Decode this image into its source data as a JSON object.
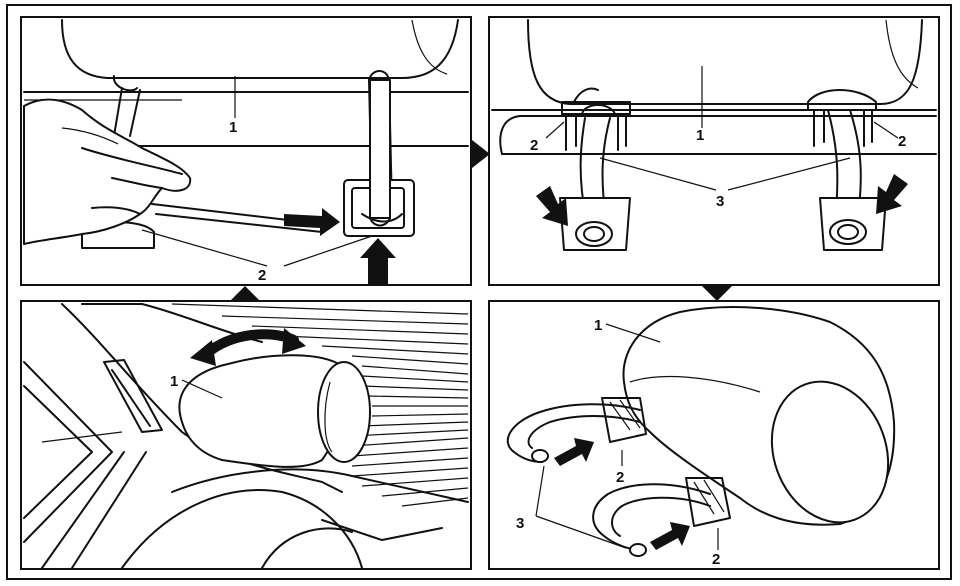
{
  "callouts": {
    "p1": {
      "c1": "1",
      "c2": "2"
    },
    "p2": {
      "c1": "1",
      "c2a": "2",
      "c2b": "2",
      "c3": "3"
    },
    "p3": {
      "c1": "1"
    },
    "p4": {
      "c1": "1",
      "c2a": "2",
      "c2b": "2",
      "c3": "3"
    }
  },
  "colors": {
    "line": "#111111",
    "background": "#ffffff",
    "shade": "#e8e8e8"
  },
  "icons": [
    "right-triangle-connector-icon",
    "up-triangle-connector-icon",
    "down-triangle-connector-icon",
    "push-arrow-icon",
    "rotate-arrow-icon"
  ]
}
